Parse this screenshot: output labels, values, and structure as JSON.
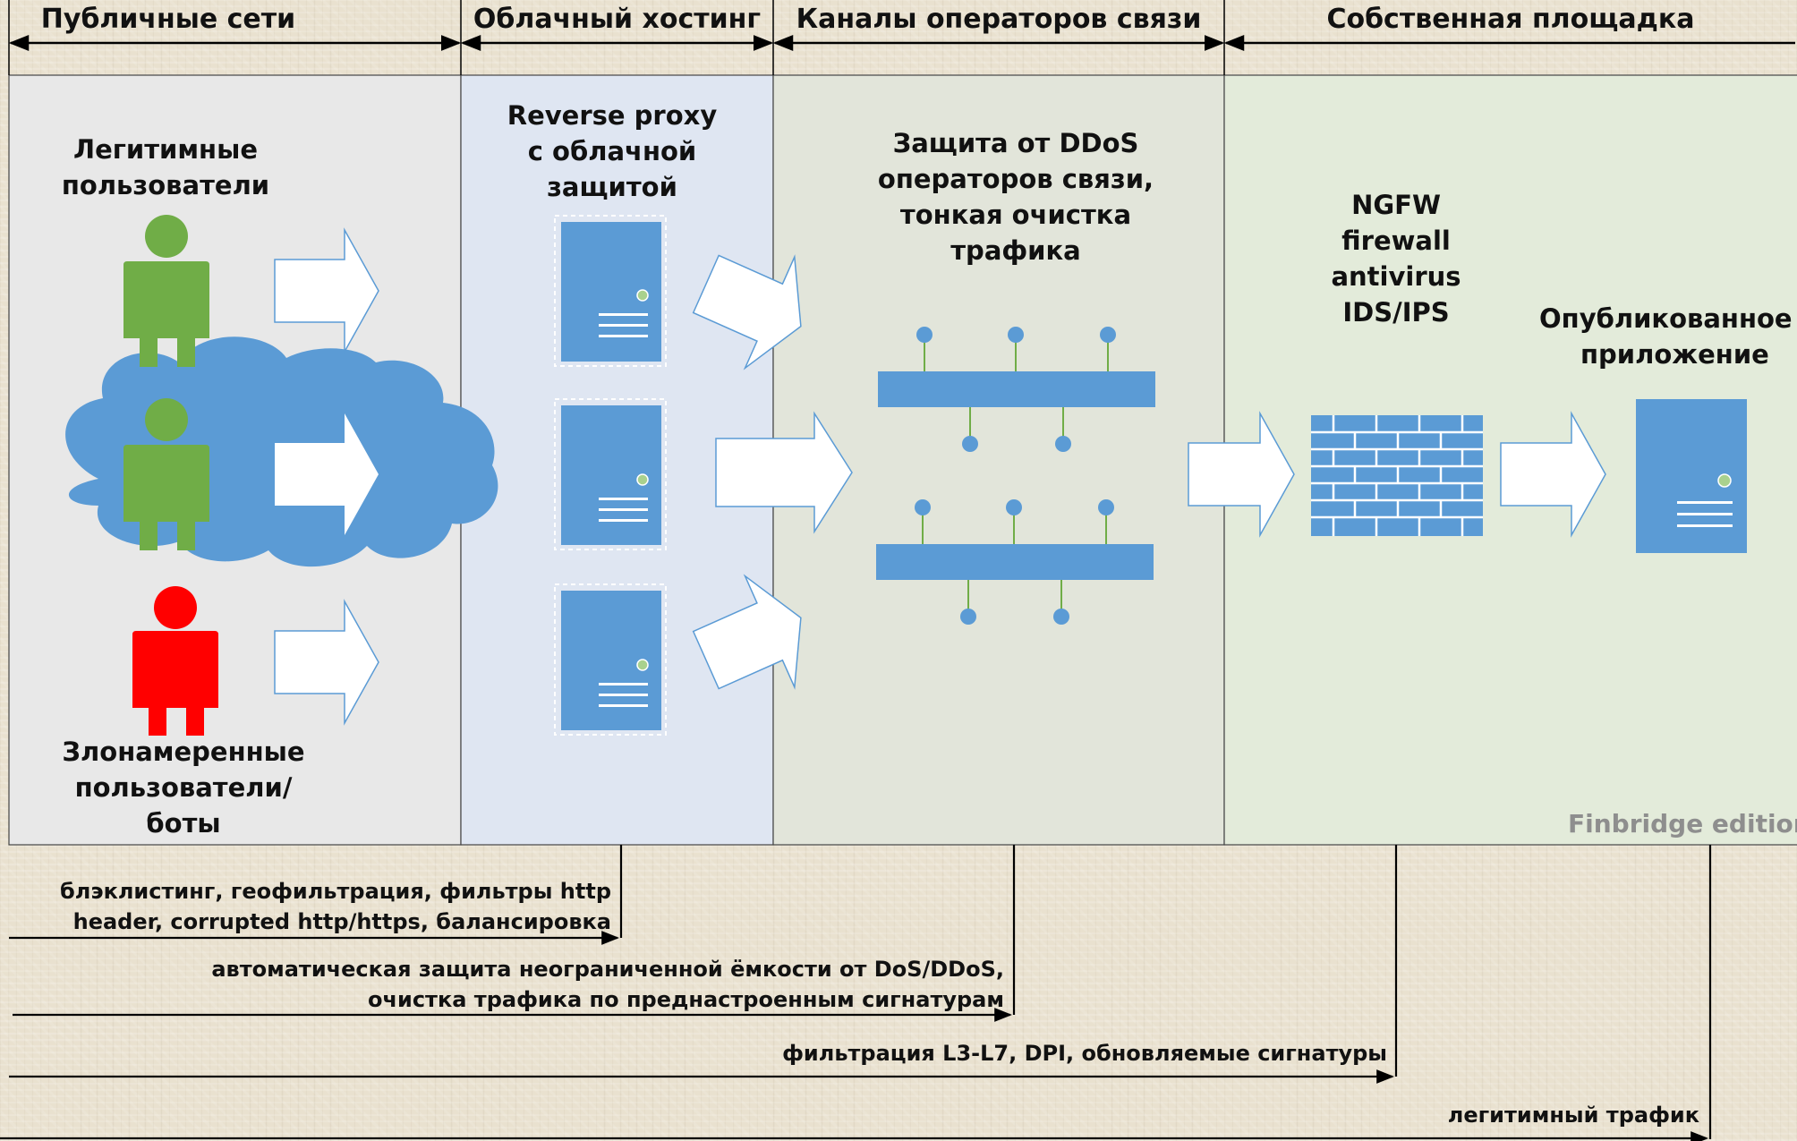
{
  "zones": [
    {
      "title": "Публичные сети",
      "fill": "#e8e8e8"
    },
    {
      "title": "Облачный хостинг",
      "fill": "#dfe6f2"
    },
    {
      "title": "Каналы операторов связи",
      "fill": "#e2e5da"
    },
    {
      "title": "Собственная площадка",
      "fill": "#e3ebda"
    }
  ],
  "public": {
    "legit_users": [
      "Легитимные",
      "пользователи"
    ],
    "malicious_users": [
      "Злонамеренные",
      "пользователи/",
      "боты"
    ]
  },
  "cloud": {
    "label": [
      "Reverse proxy",
      "с облачной",
      "защитой"
    ]
  },
  "carrier": {
    "label": [
      "Защита от DDoS",
      "операторов связи,",
      "тонкая очистка",
      "трафика"
    ]
  },
  "onsite": {
    "ngfw_label": [
      "NGFW",
      "firewall",
      "antivirus",
      "IDS/IPS"
    ],
    "app_label": [
      "Опубликованное",
      "приложение"
    ]
  },
  "watermark": "Finbridge edition",
  "captions": [
    [
      "блэклистинг, геофильтрация, фильтры http",
      "header, corrupted http/https, балансировка"
    ],
    [
      "автоматическая защита неограниченной ёмкости от DoS/DDoS,",
      "очистка трафика по преднастроенным сигнатурам"
    ],
    [
      "фильтрация L3-L7, DPI, обновляемые сигнатуры"
    ],
    [
      "легитимный трафик"
    ]
  ],
  "colors": {
    "server_blue": "#5b9bd5",
    "user_green": "#70ad47",
    "user_red": "#ff0000",
    "cloud_blue": "#5b9bd5",
    "arrow_fill": "#ffffff",
    "arrow_stroke": "#5b9bd5"
  },
  "icons": [
    "person-icon",
    "cloud-icon",
    "server-icon",
    "network-segment-icon",
    "firewall-icon",
    "arrow-icon"
  ]
}
